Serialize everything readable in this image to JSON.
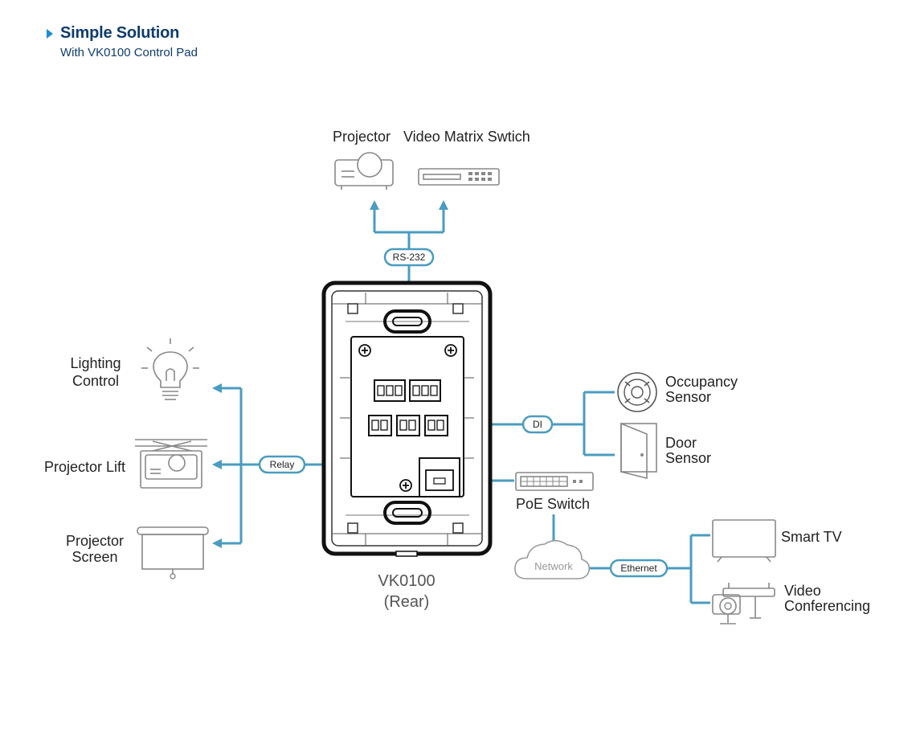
{
  "header": {
    "title": "Simple Solution",
    "subtitle": "With VK0100 Control Pad"
  },
  "labels": {
    "projector": "Projector",
    "video_matrix": "Video Matrix Swtich",
    "lighting_line1": "Lighting",
    "lighting_line2": "Control",
    "projector_lift": "Projector Lift",
    "projector_screen_line1": "Projector",
    "projector_screen_line2": "Screen",
    "occupancy_line1": "Occupancy",
    "occupancy_line2": "Sensor",
    "door_line1": "Door",
    "door_line2": "Sensor",
    "poe_switch": "PoE Switch",
    "network": "Network",
    "smart_tv": "Smart TV",
    "video_conf_line1": "Video",
    "video_conf_line2": "Conferencing",
    "device_line1": "VK0100",
    "device_line2": "(Rear)"
  },
  "connections": {
    "rs232": "RS-232",
    "relay": "Relay",
    "di": "DI",
    "ethernet": "Ethernet"
  },
  "colors": {
    "connection": "#4a9cc0",
    "title": "#0e3c6e",
    "bullet": "#1b8fd1"
  }
}
